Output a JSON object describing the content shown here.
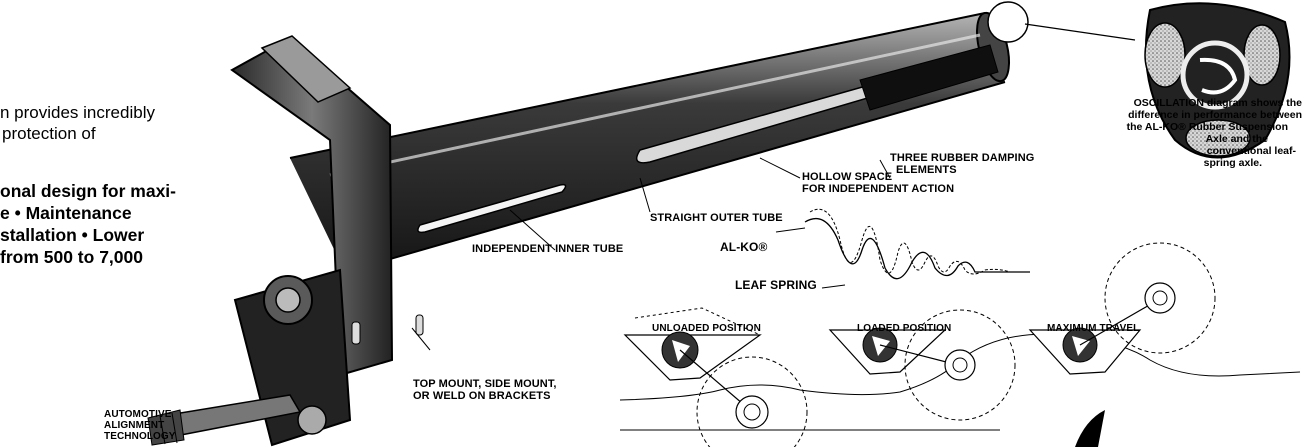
{
  "intro": {
    "line1": "n provides incredibly",
    "line2": "protection of"
  },
  "features": {
    "line1": "onal design for maxi-",
    "line2": "e •  Maintenance",
    "line3": "stallation  •  Lower",
    "line4": "from 500 to 7,000"
  },
  "labels": {
    "automotive_1": "AUTOMOTIVE",
    "automotive_2": "ALIGNMENT",
    "automotive_3": "TECHNOLOGY",
    "mount_1": "TOP MOUNT, SIDE MOUNT,",
    "mount_2": "OR WELD ON BRACKETS",
    "inner_tube": "INDEPENDENT INNER TUBE",
    "outer_tube": "STRAIGHT OUTER TUBE",
    "hollow_1": "HOLLOW SPACE",
    "hollow_2": "FOR INDEPENDENT ACTION",
    "damping_1": "THREE RUBBER DAMPING",
    "damping_2": "ELEMENTS",
    "alko": "AL-KO®",
    "leaf_spring": "LEAF SPRING",
    "unloaded": "UNLOADED POSITION",
    "loaded": "LOADED POSITION",
    "max_travel": "MAXIMUM TRAVEL"
  },
  "oscillation": {
    "line1": "OSCILLATION diagram shows the",
    "line2": "difference in performance between",
    "line3": "the AL-KO® Rubber Suspension",
    "line4": "Axle and the",
    "line5": "conventional leaf-",
    "line6": "spring axle."
  }
}
